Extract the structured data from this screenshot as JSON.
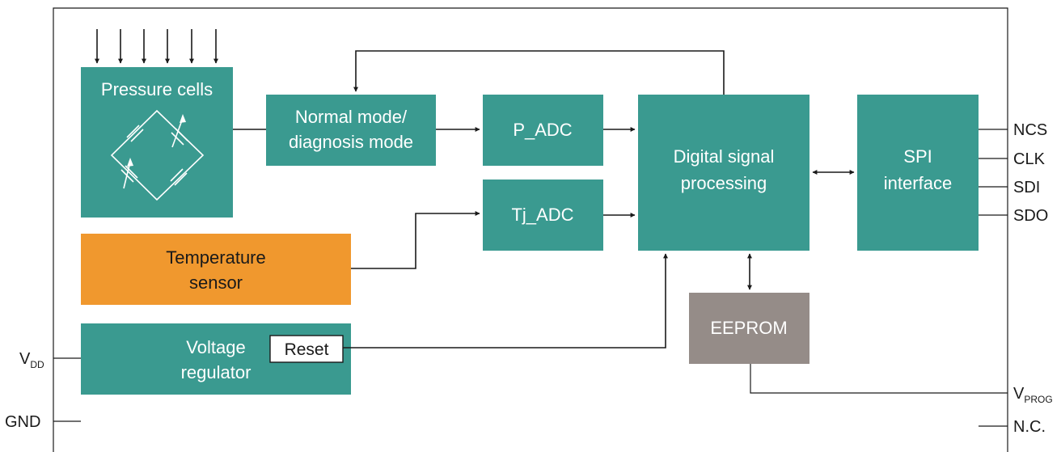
{
  "blocks": {
    "pressure_cells": {
      "label": "Pressure cells",
      "color": "#3a9a90"
    },
    "mode": {
      "line1": "Normal mode/",
      "line2": "diagnosis mode",
      "color": "#3a9a90"
    },
    "p_adc": {
      "label": "P_ADC",
      "color": "#3a9a90"
    },
    "tj_adc": {
      "label": "Tj_ADC",
      "color": "#3a9a90"
    },
    "dsp": {
      "line1": "Digital signal",
      "line2": "processing",
      "color": "#3a9a90"
    },
    "spi": {
      "line1": "SPI",
      "line2": "interface",
      "color": "#3a9a90"
    },
    "temp_sensor": {
      "line1": "Temperature",
      "line2": "sensor",
      "color": "#f0982e"
    },
    "voltage_regulator": {
      "line1": "Voltage",
      "line2": "regulator",
      "color": "#3a9a90"
    },
    "reset": {
      "label": "Reset"
    },
    "eeprom": {
      "label": "EEPROM",
      "color": "#958c88"
    }
  },
  "pins": {
    "vdd": {
      "main": "V",
      "sub": "DD"
    },
    "gnd": {
      "main": "GND"
    },
    "ncs": {
      "main": "NCS"
    },
    "clk": {
      "main": "CLK"
    },
    "sdi": {
      "main": "SDI"
    },
    "sdo": {
      "main": "SDO"
    },
    "vprog": {
      "main": "V",
      "sub": "PROG"
    },
    "nc": {
      "main": "N.C."
    }
  }
}
